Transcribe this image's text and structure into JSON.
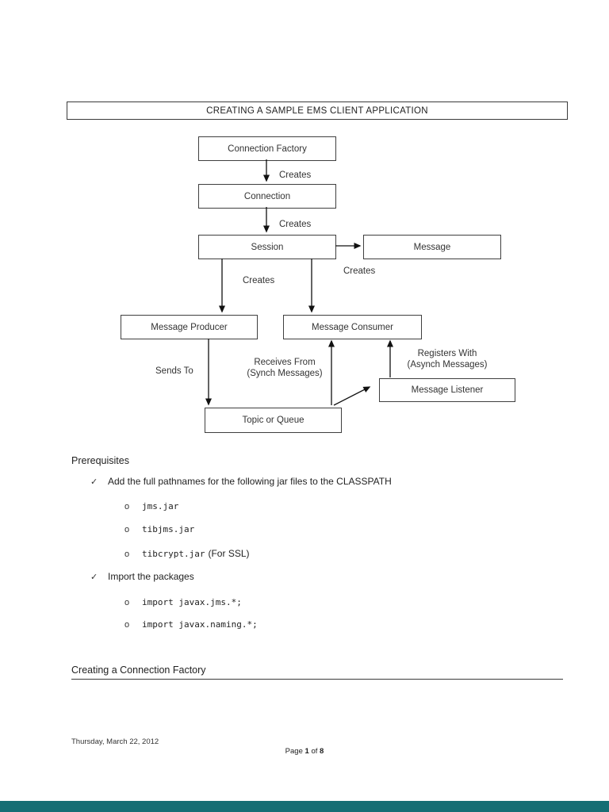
{
  "title": "CREATING A SAMPLE EMS CLIENT APPLICATION",
  "diagram": {
    "nodes": {
      "connection_factory": "Connection Factory",
      "connection": "Connection",
      "session": "Session",
      "message": "Message",
      "message_producer": "Message Producer",
      "message_consumer": "Message Consumer",
      "message_listener": "Message Listener",
      "topic_or_queue": "Topic or Queue"
    },
    "labels": {
      "creates_top": "Creates",
      "creates_mid": "Creates",
      "creates_message": "Creates",
      "creates_bottom": "Creates",
      "sends_to": "Sends To",
      "receives_from_line1": "Receives From",
      "receives_from_line2": "(Synch Messages)",
      "registers_with_line1": "Registers With",
      "registers_with_line2": "(Asynch Messages)"
    }
  },
  "prerequisites": {
    "heading": "Prerequisites",
    "check_marker": "✓",
    "sub_marker": "o",
    "groups": [
      {
        "label": "Add the full pathnames for the following jar files to the CLASSPATH",
        "subitems": [
          {
            "code": "jms.jar",
            "note": ""
          },
          {
            "code": "tibjms.jar",
            "note": ""
          },
          {
            "code": "tibcrypt.jar",
            "note": "(For SSL)"
          }
        ]
      },
      {
        "label": "Import the packages",
        "subitems": [
          {
            "code": "import javax.jms.*;",
            "note": ""
          },
          {
            "code": "import javax.naming.*;",
            "note": ""
          }
        ]
      }
    ]
  },
  "section": {
    "heading": "Creating a Connection Factory"
  },
  "footer": {
    "date": "Thursday, March 22, 2012",
    "page": {
      "prefix": "Page",
      "number": "1",
      "of": "of",
      "total": "8"
    },
    "bar_color": "#156e74"
  }
}
